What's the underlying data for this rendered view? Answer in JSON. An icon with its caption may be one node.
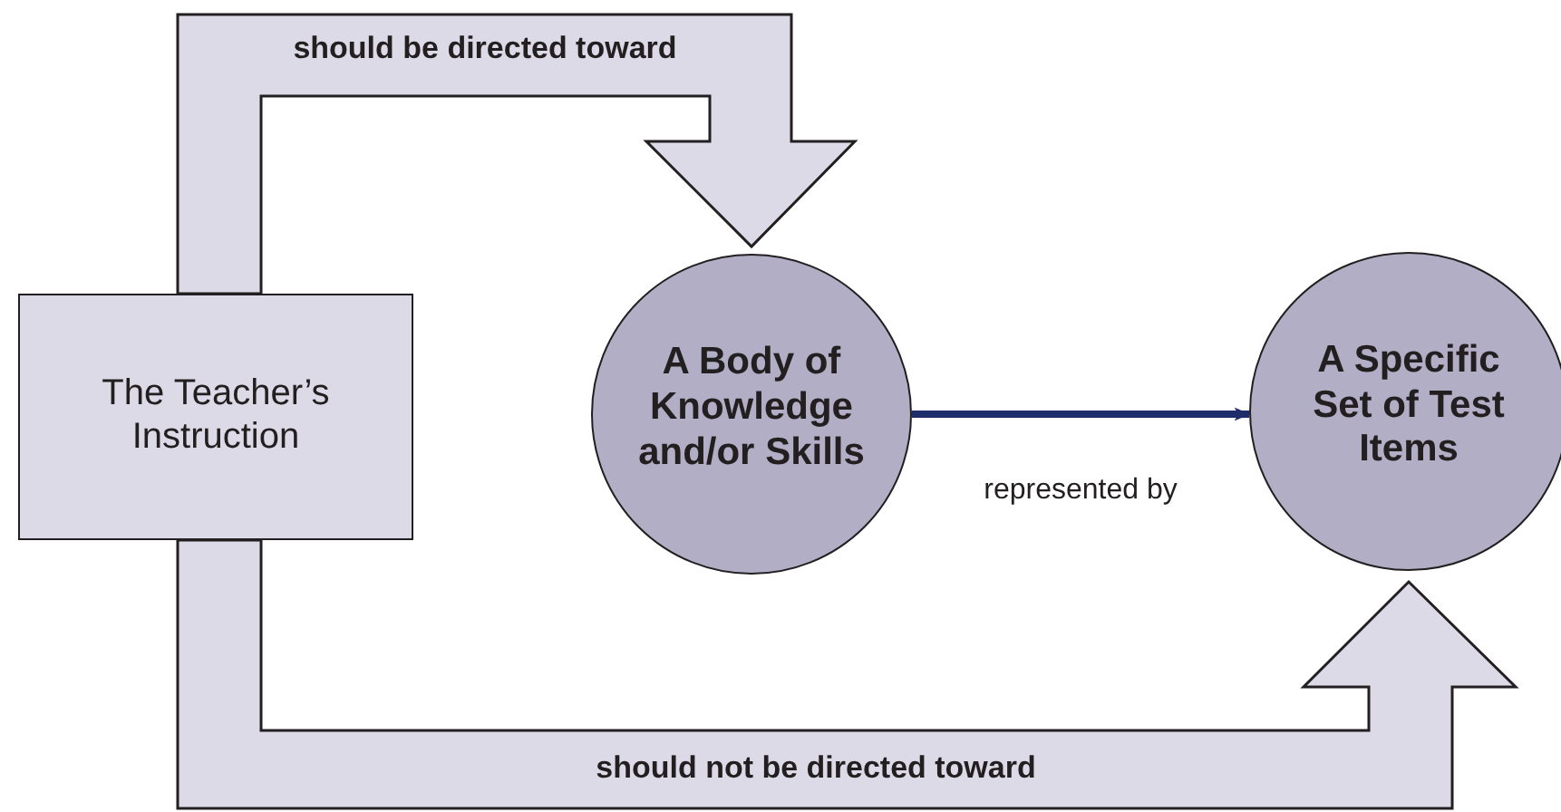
{
  "diagram": {
    "nodes": [
      {
        "text": [
          "The Teacher’s Instruction"
        ]
      },
      {
        "text": [
          "A Body of Knowledge and/or Skills"
        ]
      },
      {
        "text": [
          "A Specific Set of Test Items"
        ]
      }
    ],
    "edges": [
      {
        "from": 0,
        "to": 1,
        "arrow": "to",
        "label": "should be directed toward",
        "style": "thick"
      },
      {
        "from": 0,
        "to": 2,
        "arrow": "to",
        "label": "should not be directed toward",
        "style": "thick"
      },
      {
        "from": 1,
        "to": 2,
        "arrow": "to",
        "label": "represented by",
        "color": "#1f2d6b"
      }
    ]
  }
}
